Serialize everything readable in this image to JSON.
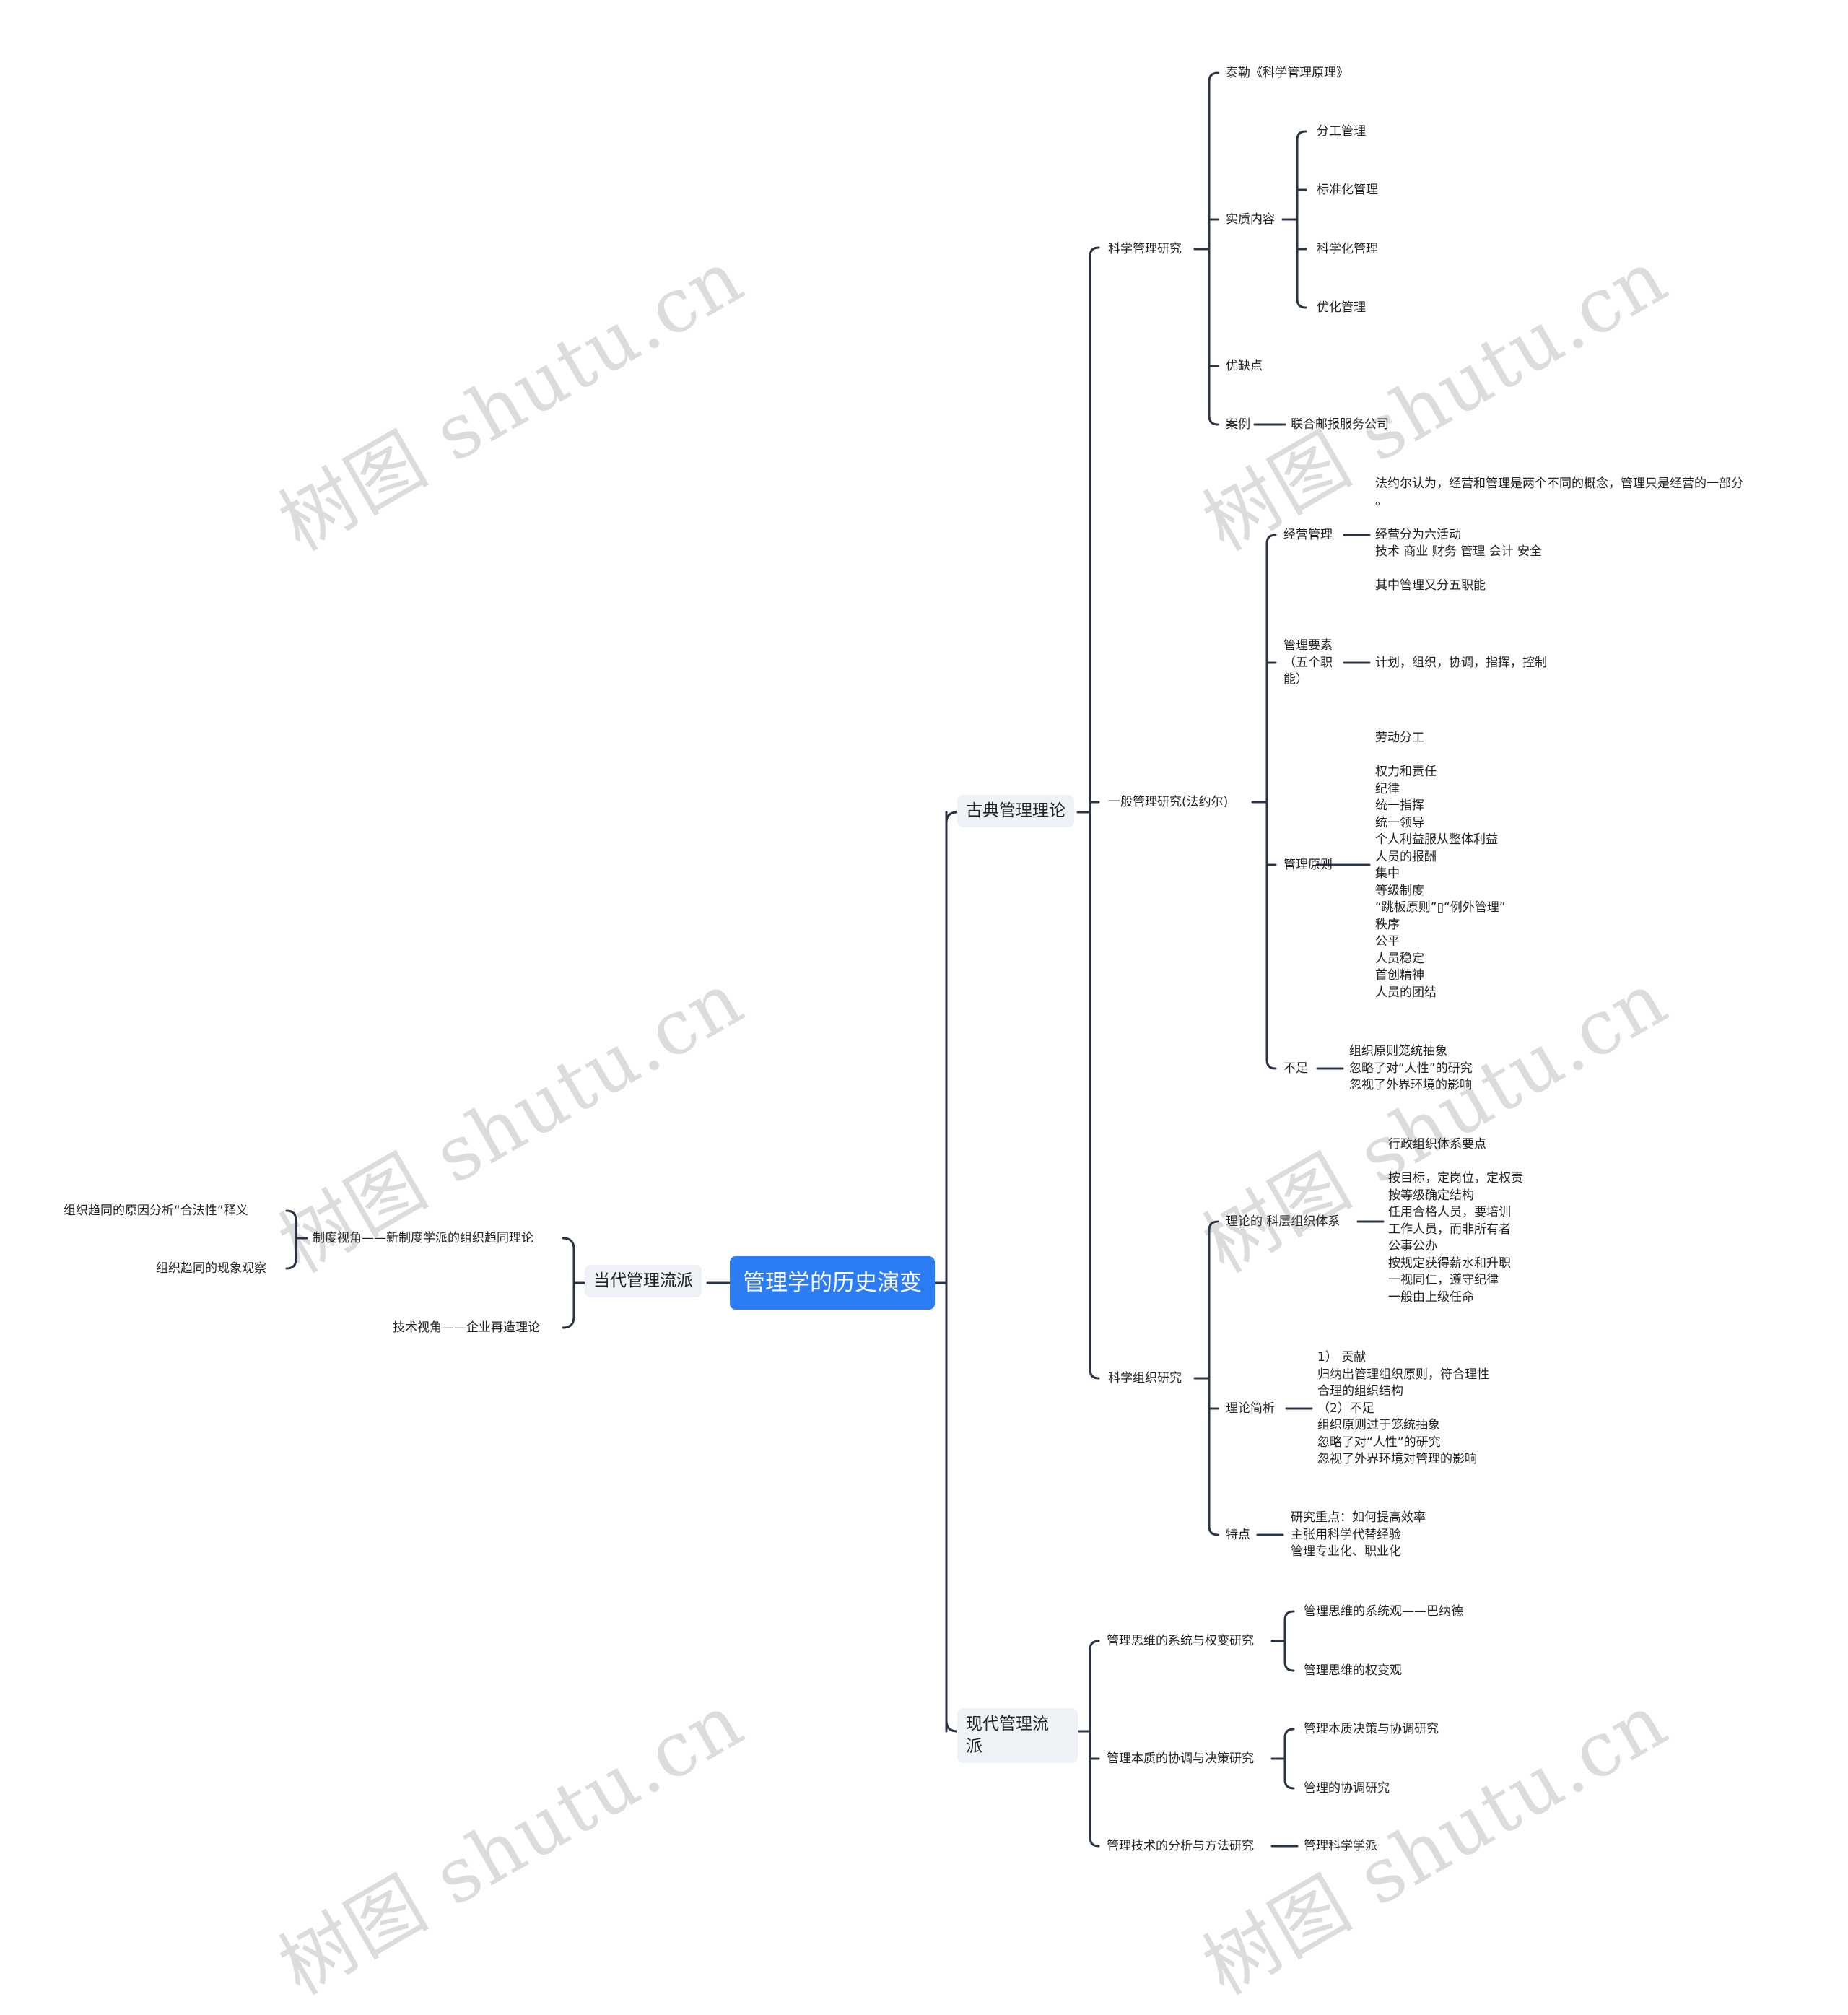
{
  "colors": {
    "root_bg": "#2b7cf5",
    "line": "#2b3447",
    "topic_bg": "#eef1f5"
  },
  "root": "管理学的历史演变",
  "left": {
    "contemporary": "当代管理流派",
    "institutional": "制度视角——新制度学派的组织趋同理论",
    "legitimacy": "组织趋同的原因分析“合法性”释义",
    "observation": "组织趋同的现象观察",
    "technical": "技术视角——企业再造理论"
  },
  "classical": {
    "title": "古典管理理论",
    "sci_mgmt": {
      "title": "科学管理研究",
      "taylor": "泰勒《科学管理原理》",
      "essence": "实质内容",
      "essence_items": [
        "分工管理",
        "标准化管理",
        "科学化管理",
        "优化管理"
      ],
      "pros_cons": "优缺点",
      "case": "案例",
      "case_value": "联合邮报服务公司"
    },
    "general": {
      "title": "一般管理研究(法约尔)",
      "operation": "经营管理",
      "operation_text": "法约尔认为，经营和管理是两个不同的概念，管理只是经营的一部分\n。\n\n经营分为六活动\n技术 商业 财务 管理 会计 安全\n\n其中管理又分五职能",
      "elements": "管理要素\n（五个职\n能）",
      "elements_text": "计划，组织，协调，指挥，控制",
      "principles": "管理原则",
      "principles_text": "劳动分工\n\n权力和责任\n纪律\n统一指挥\n统一领导\n个人利益服从整体利益\n人员的报酬\n集中\n等级制度\n“跳板原则”▯“例外管理”\n秩序\n公平\n人员稳定\n首创精神\n人员的团结",
      "shortcoming": "不足",
      "shortcoming_text": "组织原则笼统抽象\n忽略了对“人性”的研究\n忽视了外界环境的影响"
    },
    "sci_org": {
      "title": "科学组织研究",
      "bureau": "理论的 科层组织体系",
      "bureau_text": "行政组织体系要点\n\n按目标，定岗位，定权责\n按等级确定结构\n任用合格人员，要培训\n工作人员，而非所有者\n公事公办\n按规定获得薪水和升职\n一视同仁，遵守纪律\n一般由上级任命",
      "analysis": "理论简析",
      "analysis_text": "1） 贡献\n归纳出管理组织原则，符合理性\n合理的组织结构\n（2）不足\n组织原则过于笼统抽象\n忽略了对“人性”的研究\n忽视了外界环境对管理的影响",
      "features": "特点",
      "features_text": "研究重点：如何提高效率\n主张用科学代替经验\n管理专业化、职业化"
    }
  },
  "modern": {
    "title": "现代管理流\n派",
    "system": "管理思维的系统与权变研究",
    "system_items": [
      "管理思维的系统观——巴纳德",
      "管理思维的权变观"
    ],
    "essence": "管理本质的协调与决策研究",
    "essence_items": [
      "管理本质决策与协调研究",
      "管理的协调研究"
    ],
    "technique": "管理技术的分析与方法研究",
    "technique_item": "管理科学学派"
  },
  "watermark": "树图 shutu.cn"
}
